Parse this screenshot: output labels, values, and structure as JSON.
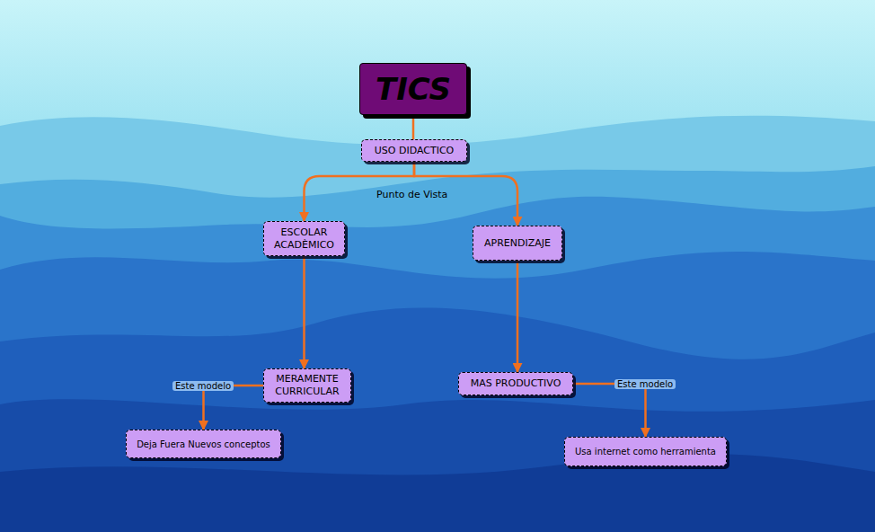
{
  "diagram": {
    "nodes": [
      {
        "text": [
          "TICS"
        ]
      },
      {
        "text": [
          "USO DIDACTICO"
        ]
      },
      {
        "text": [
          "ESCOLAR ACADÈMICO"
        ]
      },
      {
        "text": [
          "APRENDIZAJE"
        ]
      },
      {
        "text": [
          "MERAMENTE CURRICULAR"
        ]
      },
      {
        "text": [
          "MAS PRODUCTIVO"
        ]
      },
      {
        "text": [
          "Deja Fuera Nuevos conceptos"
        ]
      },
      {
        "text": [
          "Usa internet como herramienta"
        ]
      }
    ],
    "edges": [
      {
        "from": 0,
        "to": 1,
        "arrow": "none"
      },
      {
        "from": 1,
        "to": 2,
        "arrow": "to"
      },
      {
        "from": 1,
        "to": 3,
        "arrow": "to"
      },
      {
        "from": 2,
        "to": 4,
        "arrow": "to"
      },
      {
        "from": 3,
        "to": 5,
        "arrow": "to"
      },
      {
        "from": 4,
        "to": 6,
        "label": "Este modelo",
        "arrow": "to"
      },
      {
        "from": 5,
        "to": 7,
        "label": "Este modelo",
        "arrow": "to"
      }
    ],
    "labels": [
      "Punto de Vista"
    ]
  }
}
